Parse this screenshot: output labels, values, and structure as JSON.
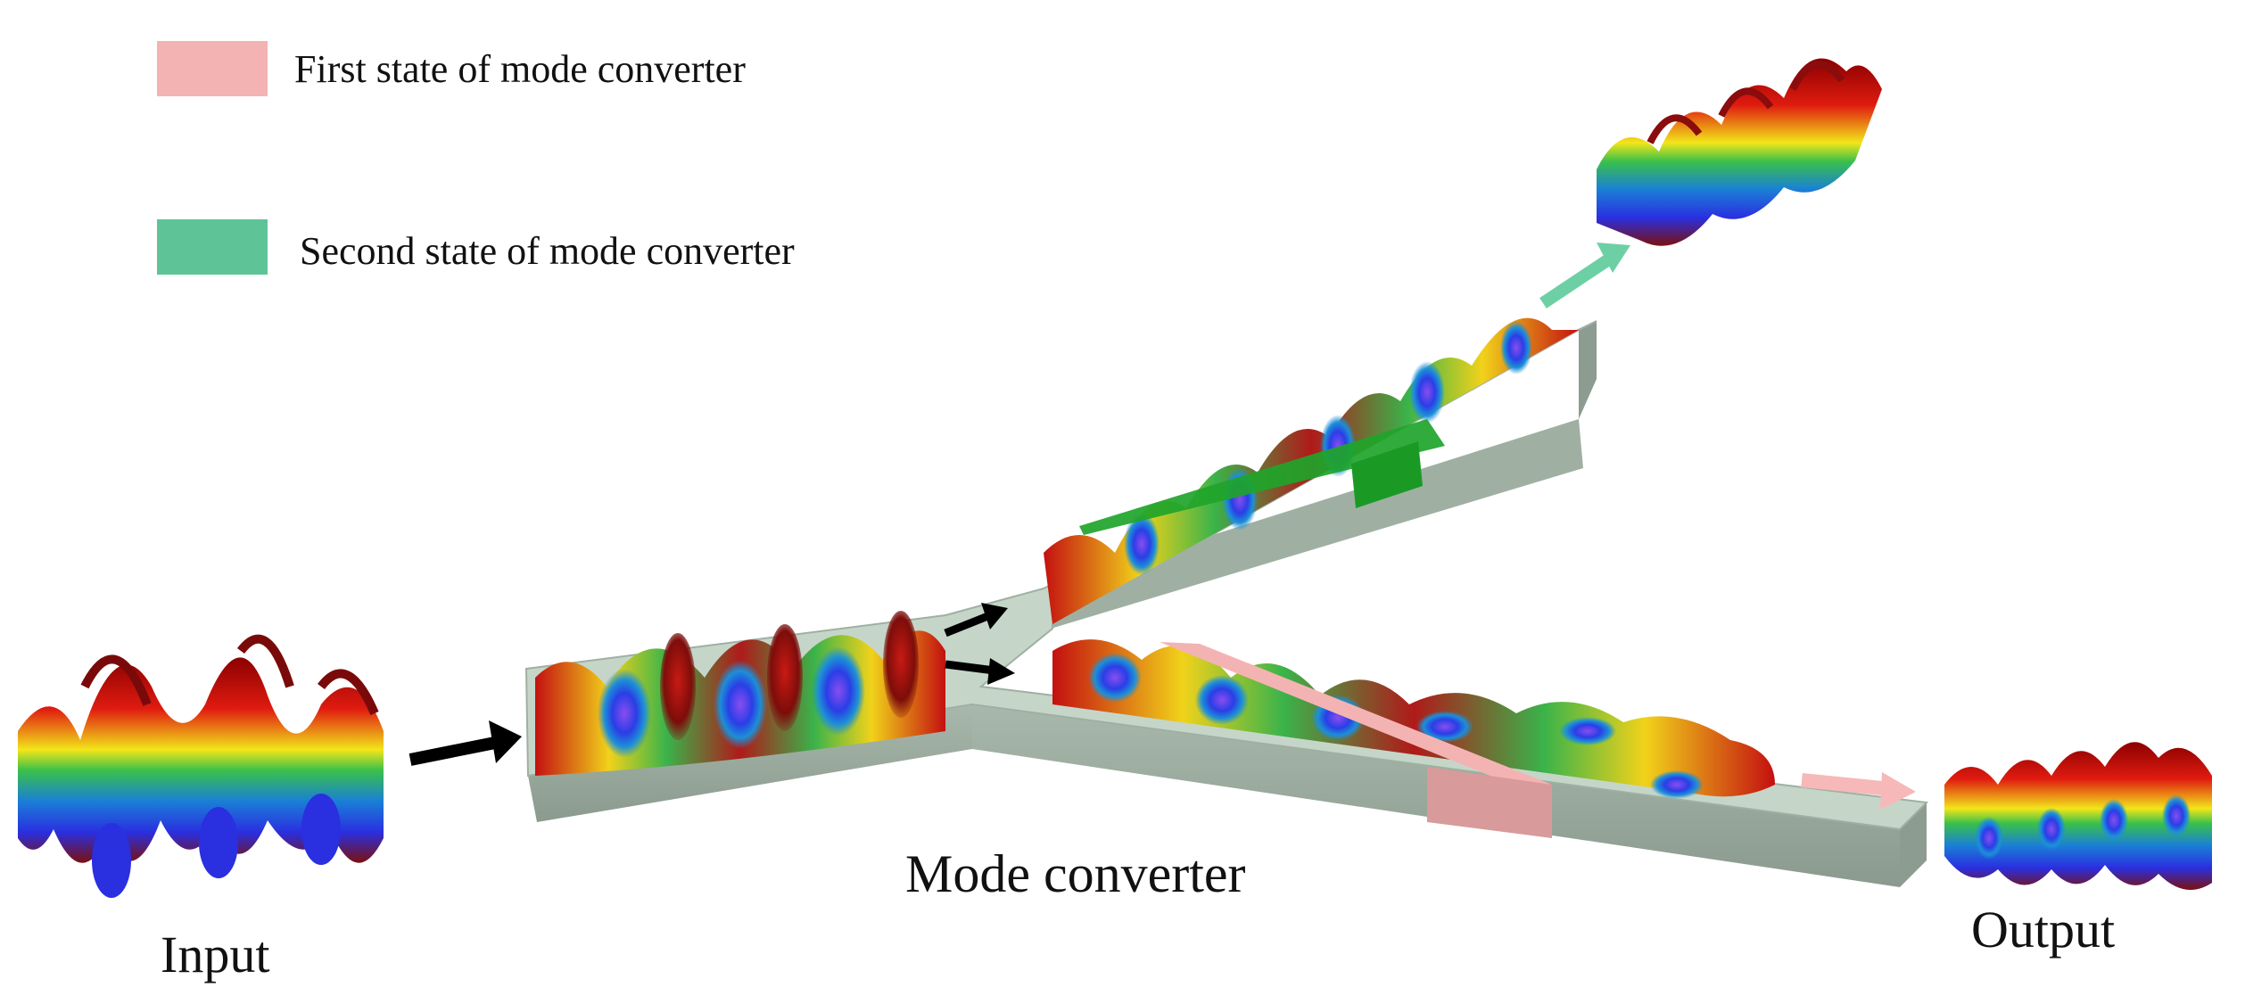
{
  "legend": {
    "items": [
      {
        "label": "First state of mode converter",
        "color": "#f4b3b3"
      },
      {
        "label": "Second state of mode converter",
        "color": "#5ec497"
      }
    ]
  },
  "labels": {
    "input": "Input",
    "mode_converter": "Mode converter",
    "output": "Output"
  },
  "colors": {
    "waveguide_top": "#c5d6c8",
    "waveguide_side": "#9aaa9e",
    "first_state": "#f4b3b3",
    "second_state": "#1fa42a",
    "arrow_input": "#000000",
    "arrow_second": "#6dd0a4",
    "arrow_first": "#f6b8b8"
  }
}
